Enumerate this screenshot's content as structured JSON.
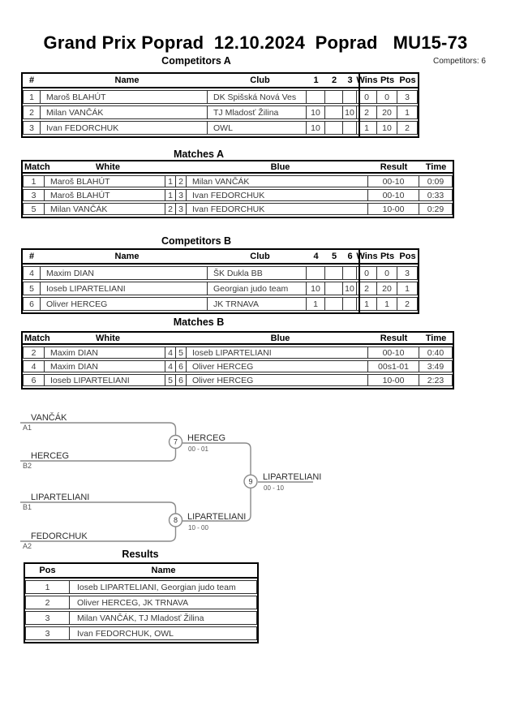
{
  "header": {
    "title": "Grand Prix Poprad  12.10.2024  Poprad   MU15-73",
    "competitors_count": "Competitors: 6"
  },
  "sections": {
    "competitors_a": "Competitors A",
    "matches_a": "Matches A",
    "competitors_b": "Competitors B",
    "matches_b": "Matches B",
    "results": "Results"
  },
  "competitors_a": {
    "headers": {
      "num": "#",
      "name": "Name",
      "club": "Club",
      "c1": "1",
      "c2": "2",
      "c3": "3",
      "wins": "Wins",
      "pts": "Pts",
      "pos": "Pos"
    },
    "rows": [
      {
        "num": "1",
        "name": "Maroš BLAHÚT",
        "club": "DK Spišská Nová Ves",
        "c1": "",
        "c2": "",
        "c3": "",
        "wins": "0",
        "pts": "0",
        "pos": "3"
      },
      {
        "num": "2",
        "name": "Milan VANČÁK",
        "club": "TJ Mladosť Žilina",
        "c1": "10",
        "c2": "",
        "c3": "10",
        "wins": "2",
        "pts": "20",
        "pos": "1"
      },
      {
        "num": "3",
        "name": "Ivan FEDORCHUK",
        "club": "OWL",
        "c1": "10",
        "c2": "",
        "c3": "",
        "wins": "1",
        "pts": "10",
        "pos": "2"
      }
    ]
  },
  "matches_a": {
    "headers": {
      "match": "Match",
      "white": "White",
      "blue": "Blue",
      "result": "Result",
      "time": "Time"
    },
    "rows": [
      {
        "match": "1",
        "white": "Maroš BLAHÚT",
        "wnum": "1",
        "bnum": "2",
        "blue": "Milan VANČÁK",
        "result": "00-10",
        "time": "0:09"
      },
      {
        "match": "3",
        "white": "Maroš BLAHÚT",
        "wnum": "1",
        "bnum": "3",
        "blue": "Ivan FEDORCHUK",
        "result": "00-10",
        "time": "0:33"
      },
      {
        "match": "5",
        "white": "Milan VANČÁK",
        "wnum": "2",
        "bnum": "3",
        "blue": "Ivan FEDORCHUK",
        "result": "10-00",
        "time": "0:29"
      }
    ]
  },
  "competitors_b": {
    "headers": {
      "num": "#",
      "name": "Name",
      "club": "Club",
      "c1": "4",
      "c2": "5",
      "c3": "6",
      "wins": "Wins",
      "pts": "Pts",
      "pos": "Pos"
    },
    "rows": [
      {
        "num": "4",
        "name": "Maxim DIAN",
        "club": "ŠK Dukla BB",
        "c1": "",
        "c2": "",
        "c3": "",
        "wins": "0",
        "pts": "0",
        "pos": "3"
      },
      {
        "num": "5",
        "name": "Ioseb LIPARTELIANI",
        "club": "Georgian judo team",
        "c1": "10",
        "c2": "",
        "c3": "10",
        "wins": "2",
        "pts": "20",
        "pos": "1"
      },
      {
        "num": "6",
        "name": "Oliver HERCEG",
        "club": "JK TRNAVA",
        "c1": "1",
        "c2": "",
        "c3": "",
        "wins": "1",
        "pts": "1",
        "pos": "2"
      }
    ]
  },
  "matches_b": {
    "headers": {
      "match": "Match",
      "white": "White",
      "blue": "Blue",
      "result": "Result",
      "time": "Time"
    },
    "rows": [
      {
        "match": "2",
        "white": "Maxim DIAN",
        "wnum": "4",
        "bnum": "5",
        "blue": "Ioseb LIPARTELIANI",
        "result": "00-10",
        "time": "0:40"
      },
      {
        "match": "4",
        "white": "Maxim DIAN",
        "wnum": "4",
        "bnum": "6",
        "blue": "Oliver HERCEG",
        "result": "00s1-01",
        "time": "3:49"
      },
      {
        "match": "6",
        "white": "Ioseb LIPARTELIANI",
        "wnum": "5",
        "bnum": "6",
        "blue": "Oliver HERCEG",
        "result": "10-00",
        "time": "2:23"
      }
    ]
  },
  "bracket": {
    "entries": [
      {
        "name": "VANČÁK",
        "seed": "A1"
      },
      {
        "name": "HERCEG",
        "seed": "B2"
      },
      {
        "name": "LIPARTELIANI",
        "seed": "B1"
      },
      {
        "name": "FEDORCHUK",
        "seed": "A2"
      }
    ],
    "matches": [
      {
        "number": "7",
        "winner": "HERCEG",
        "score": "00 - 01"
      },
      {
        "number": "8",
        "winner": "LIPARTELIANI",
        "score": "10 - 00"
      },
      {
        "number": "9",
        "winner": "LIPARTELIANI",
        "score": "00 - 10"
      }
    ]
  },
  "results": {
    "headers": {
      "pos": "Pos",
      "name": "Name"
    },
    "rows": [
      {
        "pos": "1",
        "name": "Ioseb LIPARTELIANI, Georgian judo team"
      },
      {
        "pos": "2",
        "name": "Oliver HERCEG, JK TRNAVA"
      },
      {
        "pos": "3",
        "name": "Milan VANČÁK, TJ Mladosť Žilina"
      },
      {
        "pos": "3",
        "name": "Ivan FEDORCHUK, OWL"
      }
    ]
  }
}
